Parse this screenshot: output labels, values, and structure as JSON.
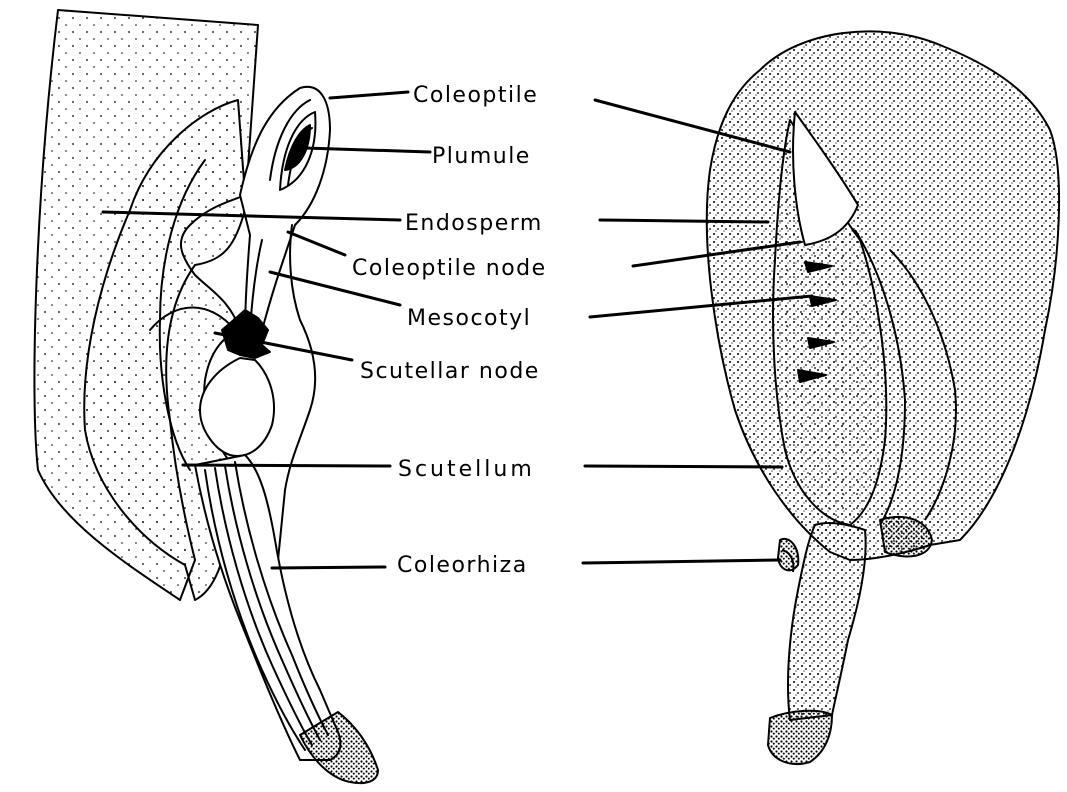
{
  "labels": {
    "coleoptile": "Coleoptile",
    "plumule": "Plumule",
    "endosperm": "Endosperm",
    "coleoptile_node": "Coleoptile node",
    "mesocotyl": "Mesocotyl",
    "scutellar_node": "Scutellar node",
    "scutellum": "Scutellum",
    "coleorhiza": "Coleorhiza"
  },
  "colors": {
    "ink": "#000000",
    "background": "#ffffff"
  }
}
